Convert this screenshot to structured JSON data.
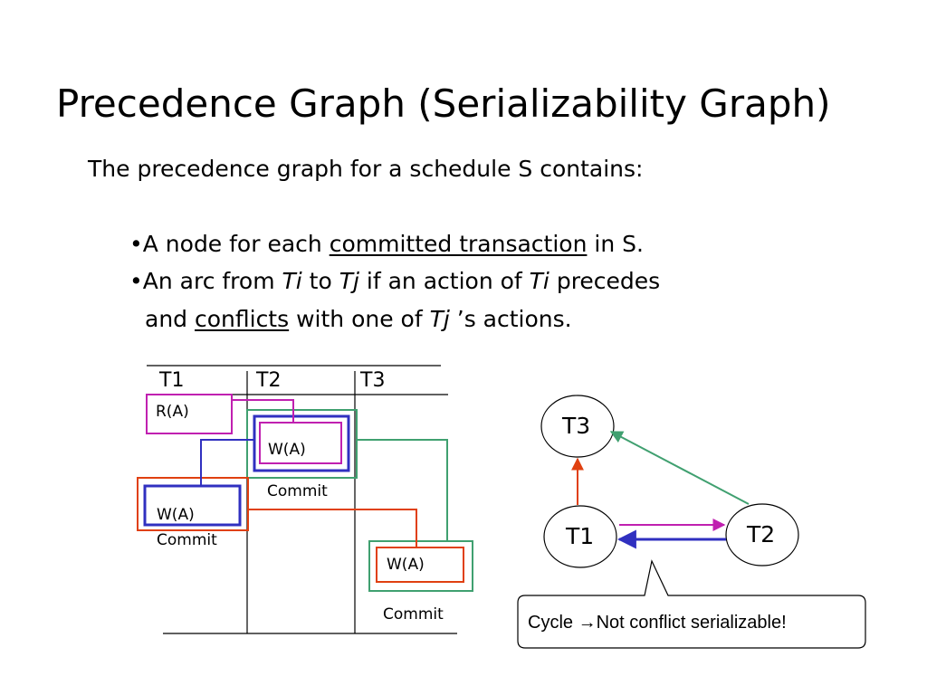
{
  "title": "Precedence Graph (Serializability Graph)",
  "subtitle": "The precedence graph for a schedule S contains:",
  "bullets": {
    "b1": {
      "mark": "•",
      "pre": "A node for each ",
      "link": "committed transaction",
      "post": " in S."
    },
    "b2": {
      "mark": "•",
      "pre": "An arc from ",
      "ti": "Ti",
      "mid1": " to ",
      "tj": "Tj",
      "mid2": " if an action of ",
      "ti2": "Ti",
      "post1": " precedes",
      "line2_pre": "and ",
      "link": "conflicts",
      "line2_mid": " with one of ",
      "tj2": "Tj",
      "line2_post": " ’s actions."
    }
  },
  "schedule": {
    "headers": [
      "T1",
      "T2",
      "T3"
    ],
    "ops": {
      "t1_read": "R(A)",
      "t2_write": "W(A)",
      "t2_commit": "Commit",
      "t1_write": "W(A)",
      "t1_commit": "Commit",
      "t3_write": "W(A)",
      "t3_commit": "Commit"
    }
  },
  "graph": {
    "nodes": {
      "t1": "T1",
      "t2": "T2",
      "t3": "T3"
    }
  },
  "callout": {
    "text": "Cycle →Not conflict serializable!"
  },
  "colors": {
    "magenta": "#c020b0",
    "blue": "#3030c0",
    "green": "#40a070",
    "red": "#e04010"
  }
}
